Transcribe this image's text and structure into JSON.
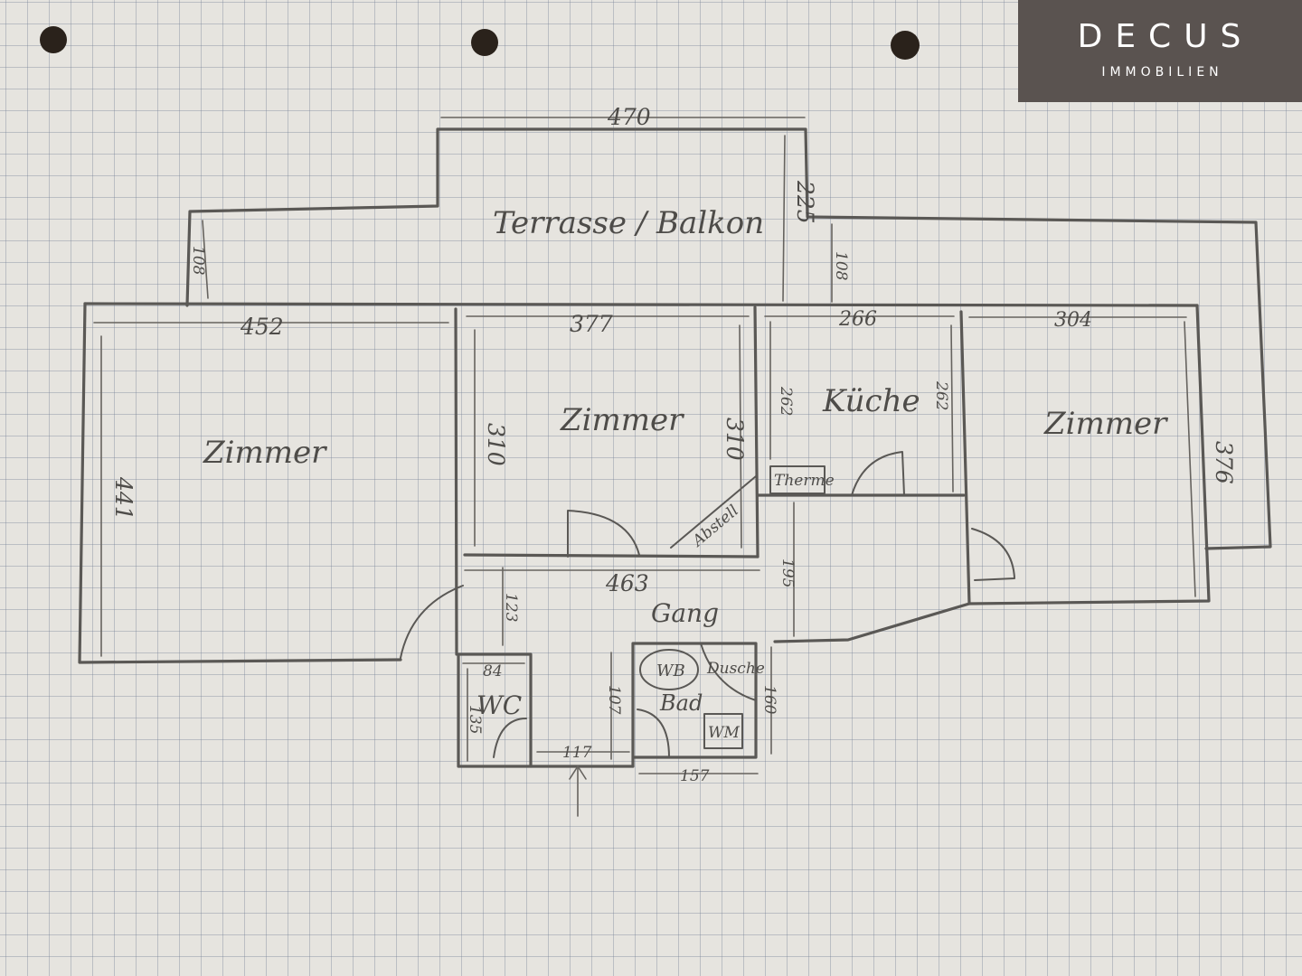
{
  "logo": {
    "brand": "DECUS",
    "sub": "IMMOBILIEN"
  },
  "rooms": {
    "terrace": "Terrasse / Balkon",
    "zimmer_left": "Zimmer",
    "zimmer_middle": "Zimmer",
    "kueche": "Küche",
    "zimmer_right": "Zimmer",
    "gang": "Gang",
    "bad": "Bad",
    "wc": "WC"
  },
  "fixtures": {
    "therme": "Therme",
    "abstell": "Abstell",
    "waschbecken": "WB",
    "dusche": "Dusche",
    "waschmaschine": "WM"
  },
  "dimensions": {
    "terrace_width": "470",
    "terrace_depth": "225",
    "terrace_left_depth": "108",
    "terrace_right_depth": "108",
    "zimmer_left_width": "452",
    "zimmer_left_depth": "441",
    "zimmer_mid_width": "377",
    "zimmer_mid_depth_left": "310",
    "zimmer_mid_depth_right": "310",
    "kueche_width": "266",
    "kueche_depth_left": "262",
    "kueche_depth_right": "262",
    "zimmer_right_width": "304",
    "zimmer_right_depth": "376",
    "gang_width": "463",
    "gang_depth_left": "123",
    "gang_depth_right": "195",
    "wc_width": "84",
    "wc_depth": "135",
    "entry_width": "117",
    "entry_depth": "107",
    "bad_width": "157",
    "bad_depth": "160"
  },
  "colors": {
    "paper": "#e6e4df",
    "grid": "#8a96a8",
    "pencil": "#5a5855",
    "logo_bg": "#5a5350"
  }
}
